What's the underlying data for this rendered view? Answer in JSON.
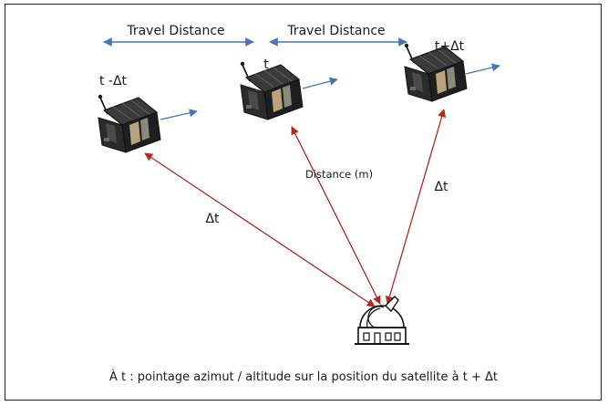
{
  "diagram": {
    "travel_labels": [
      "Travel Distance",
      "Travel Distance"
    ],
    "satellite_labels": {
      "prev": "t -Δt",
      "now": "t",
      "next": "t+Δt"
    },
    "link_labels": {
      "left": "Δt",
      "middle": "Distance (m)",
      "right": "Δt"
    },
    "caption": "À t : pointage azimut / altitude sur la position du satellite à t + Δt",
    "icons": [
      "satellite-icon",
      "observatory-icon"
    ],
    "colors": {
      "travel_arrow": "#4a74b4",
      "link_line": "#b02a22",
      "velocity_arrow": "#4a74b4",
      "satellite_body": "#2b2b2b",
      "border": "#222222"
    }
  }
}
